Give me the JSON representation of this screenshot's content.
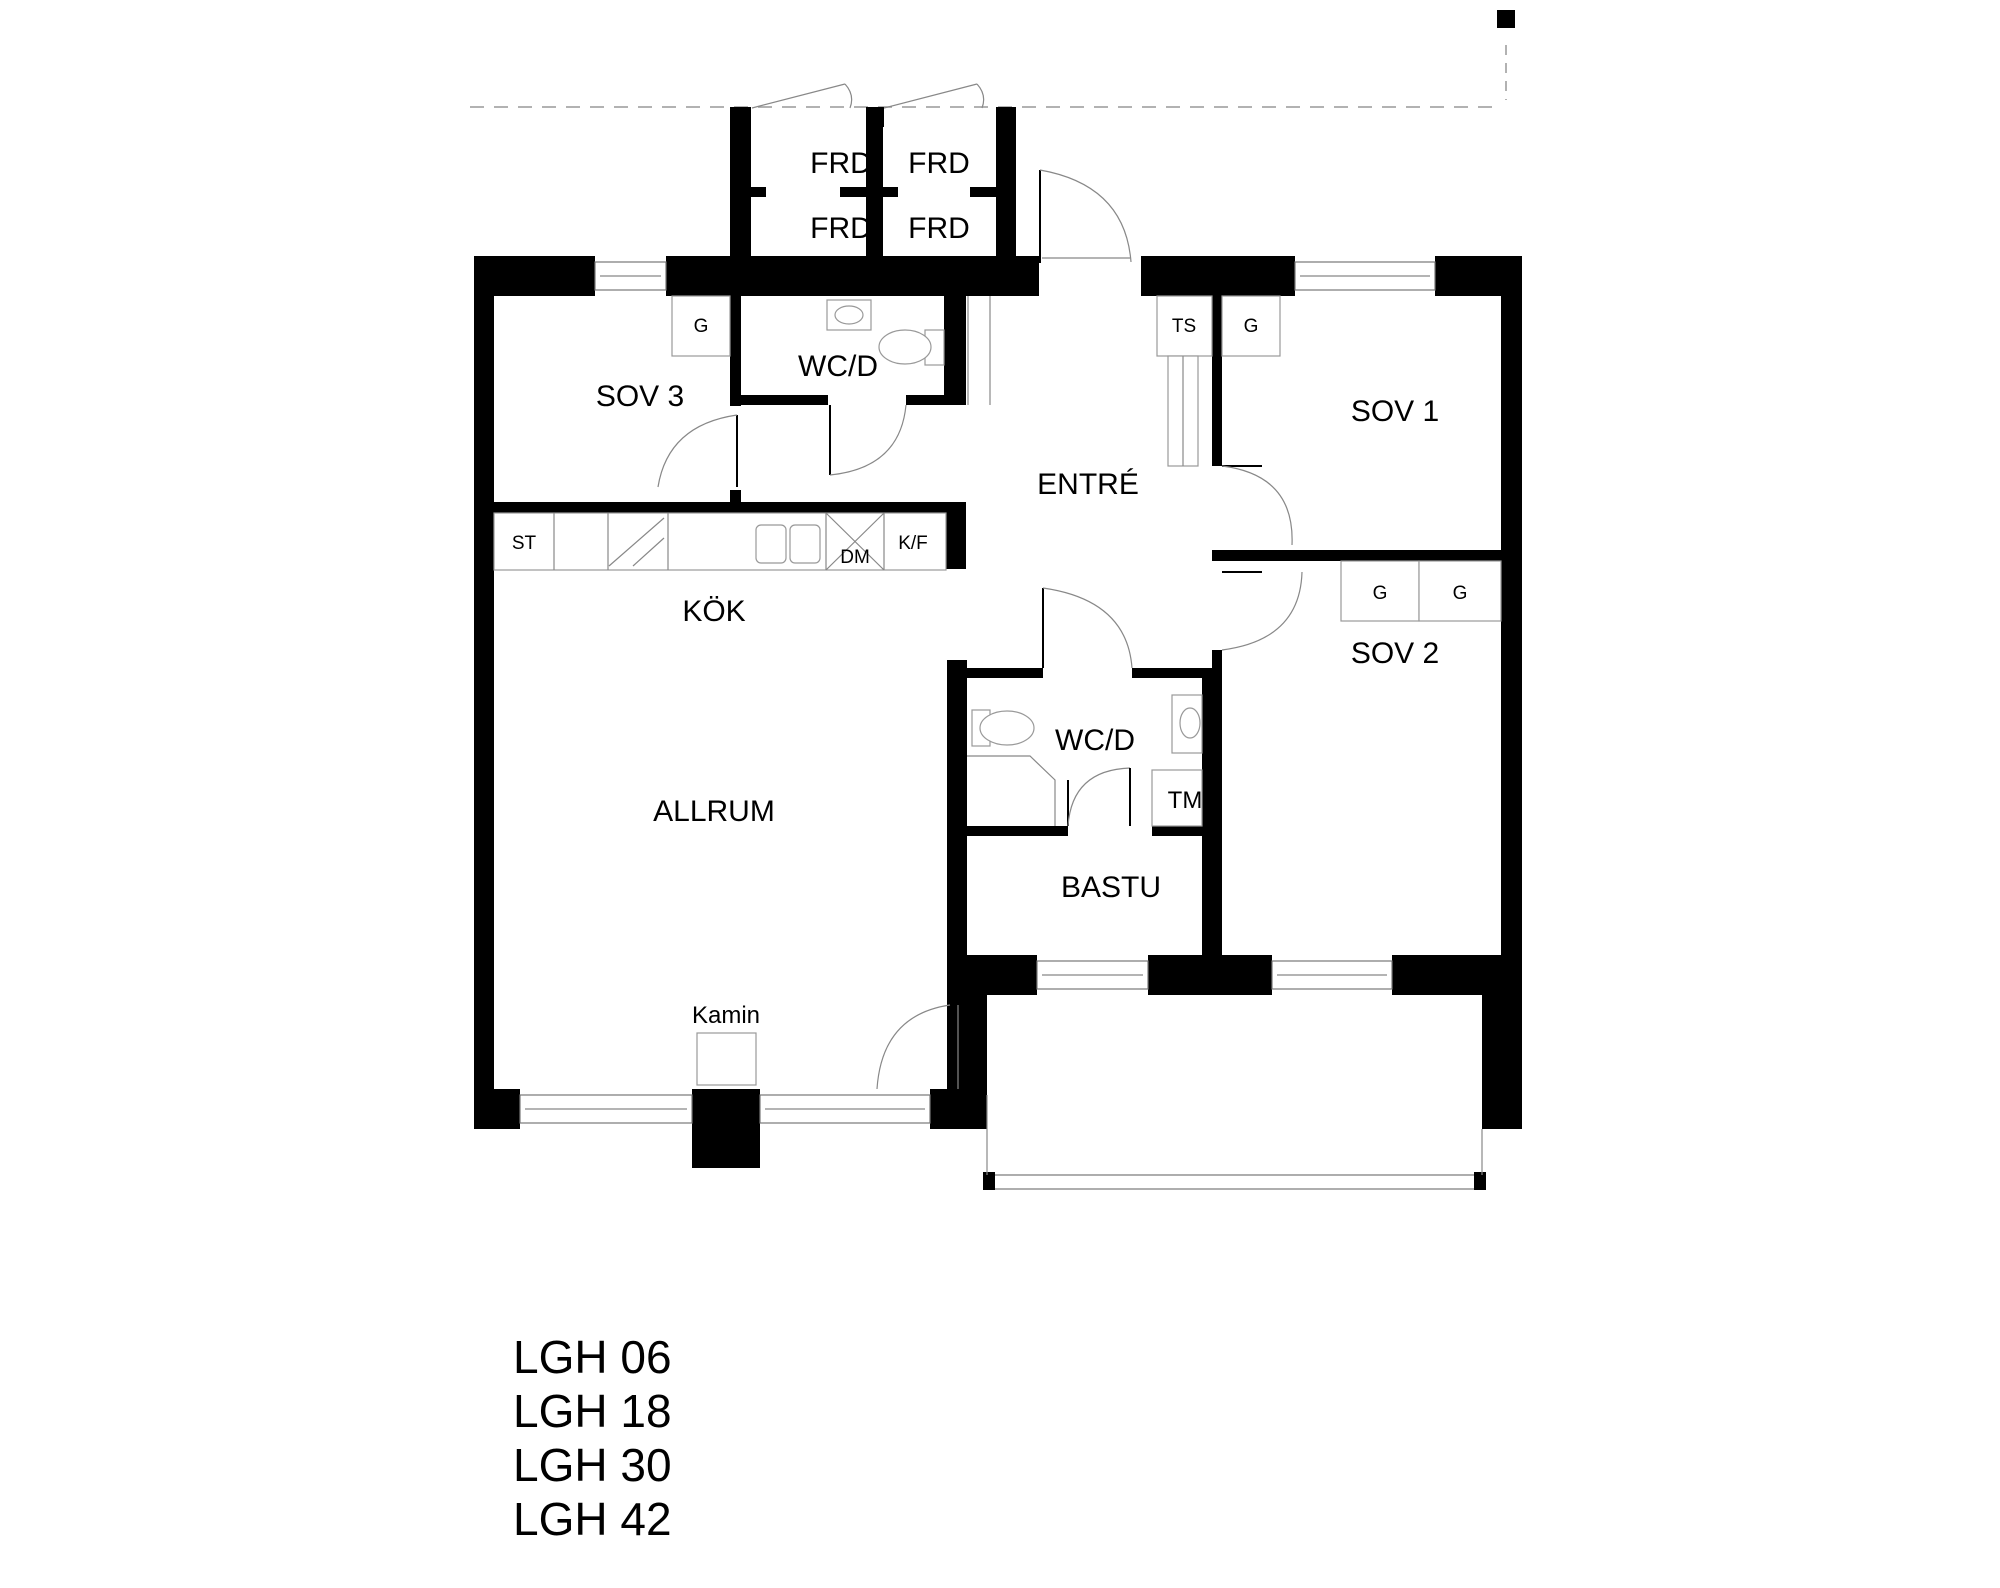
{
  "rooms": {
    "sov3": "SOV 3",
    "wcd_top": "WC/D",
    "entre": "ENTRÉ",
    "sov1": "SOV 1",
    "kok": "KÖK",
    "allrum": "ALLRUM",
    "wcd_bottom": "WC/D",
    "bastu": "BASTU",
    "sov2": "SOV 2"
  },
  "storage": [
    "FRD",
    "FRD",
    "FRD",
    "FRD"
  ],
  "fixtures": {
    "g_sov3": "G",
    "ts": "TS",
    "g_sov1": "G",
    "st": "ST",
    "dm": "DM",
    "kf": "K/F",
    "g_sov2_a": "G",
    "g_sov2_b": "G",
    "tm": "TM",
    "kamin": "Kamin"
  },
  "units": [
    "LGH 06",
    "LGH 18",
    "LGH 30",
    "LGH 42"
  ]
}
